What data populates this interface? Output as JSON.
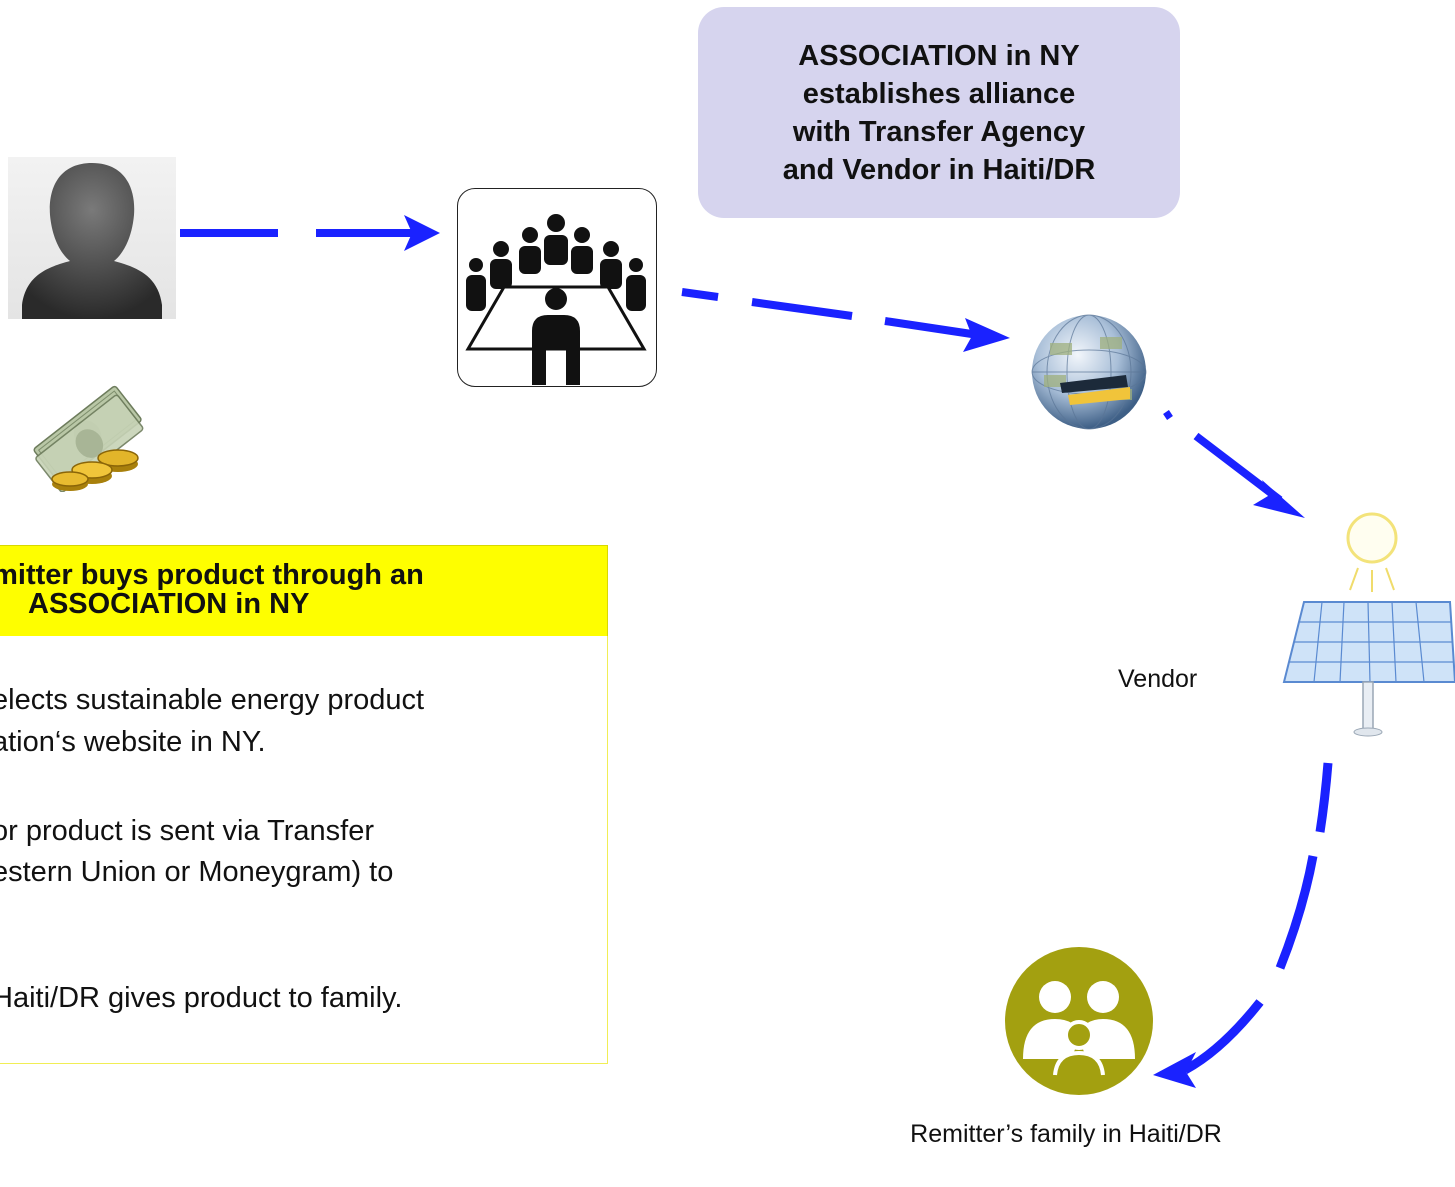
{
  "alliance_box": {
    "lines": [
      "ASSOCIATION in NY",
      "establishes alliance",
      "with Transfer Agency",
      "and Vendor in Haiti/DR"
    ]
  },
  "info_box": {
    "header_line1": "emitter buys product through an",
    "header_line2": "ASSOCIATION in NY",
    "body_lines": [
      "elects sustainable energy product",
      "ation‘s website in NY.",
      "or product  is sent via Transfer",
      "estern Union or Moneygram) to",
      "Haiti/DR gives product to family."
    ]
  },
  "vendor_label": "Vendor",
  "family_label": "Remitter’s family in Haiti/DR",
  "colors": {
    "arrow": "#1a22ff",
    "header_yellow": "#fefe00",
    "alliance_bg": "#d6d4ee",
    "family_icon": "#a3a010"
  },
  "icons": [
    "person-silhouette-icon",
    "money-icon",
    "meeting-table-icon",
    "money-transfer-globe-icon",
    "solar-panel-icon",
    "family-icon"
  ]
}
